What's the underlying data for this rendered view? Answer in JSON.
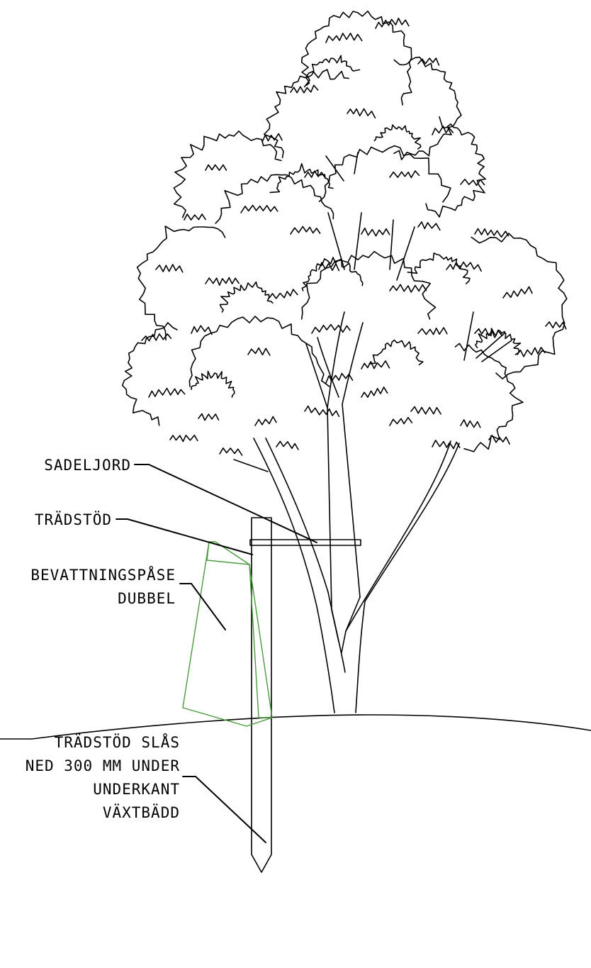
{
  "colors": {
    "line": "#000000",
    "watering_bag": "#4a9a3e",
    "background": "#ffffff"
  },
  "labels": {
    "sadeljord": "SADELJORD",
    "tradstod": "TRÄDSTÖD",
    "bevattning_line1": "BEVATTNINGSPÅSE",
    "bevattning_line2": "DUBBEL",
    "stake_line1": "TRÄDSTÖD SLÅS",
    "stake_line2": "NED 300 MM UNDER",
    "stake_line3": "UNDERKANT",
    "stake_line4": "VÄXTBÄDD"
  },
  "icons": [
    "tree-illustration",
    "tree-stake",
    "watering-bag",
    "tie-band",
    "ground-line"
  ]
}
